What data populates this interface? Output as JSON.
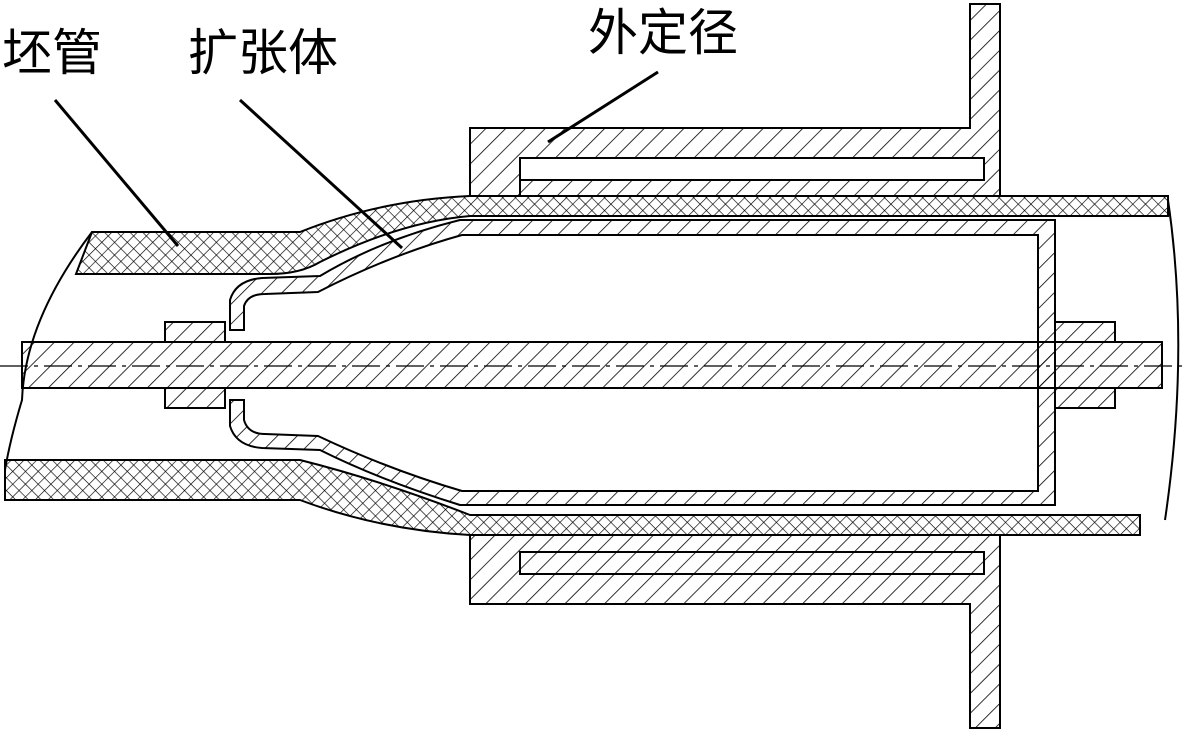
{
  "labels": {
    "billet": "坯管",
    "expander": "扩张体",
    "outer_diameter": "外定径"
  },
  "colors": {
    "line": "#000000",
    "background": "#ffffff"
  }
}
